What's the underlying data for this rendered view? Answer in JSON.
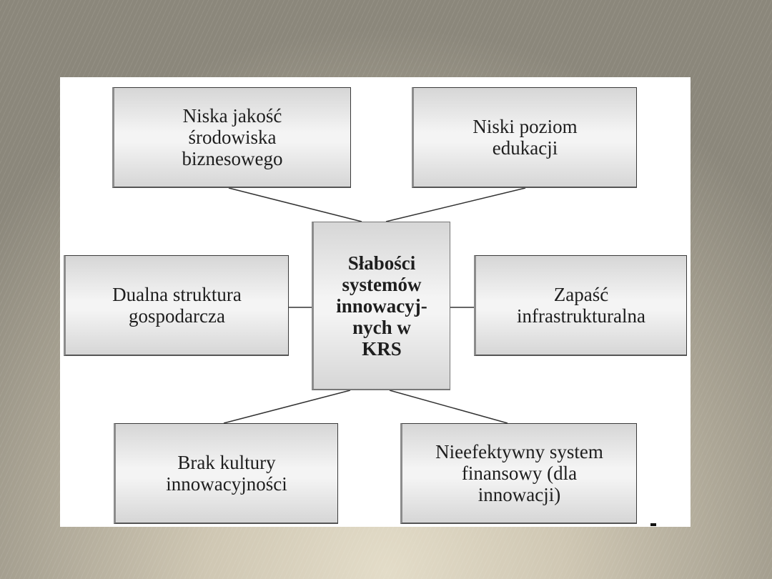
{
  "slide": {
    "background_colors": [
      "#e3dcc8",
      "#8b877b"
    ],
    "panel_color": "#ffffff"
  },
  "diagram": {
    "center": {
      "label": "Słabości\nsystemów\ninnowacyj-\nnych w\nKRS"
    },
    "nodes": [
      {
        "id": "top-left",
        "label": "Niska jakość\nśrodowiska\nbiznesowego"
      },
      {
        "id": "top-right",
        "label": "Niski poziom\nedukacji"
      },
      {
        "id": "mid-left",
        "label": "Dualna struktura\ngospodarcza"
      },
      {
        "id": "mid-right",
        "label": "Zapaść\ninfrastrukturalna"
      },
      {
        "id": "bottom-left",
        "label": "Brak kultury\ninnowacyjności"
      },
      {
        "id": "bottom-right",
        "label": "Nieefektywny system\nfinansowy (dla\ninnowacji)"
      }
    ],
    "edges": [
      {
        "from": "center",
        "to": "top-left"
      },
      {
        "from": "center",
        "to": "top-right"
      },
      {
        "from": "center",
        "to": "mid-left"
      },
      {
        "from": "center",
        "to": "mid-right"
      },
      {
        "from": "center",
        "to": "bottom-left"
      },
      {
        "from": "center",
        "to": "bottom-right"
      }
    ]
  }
}
